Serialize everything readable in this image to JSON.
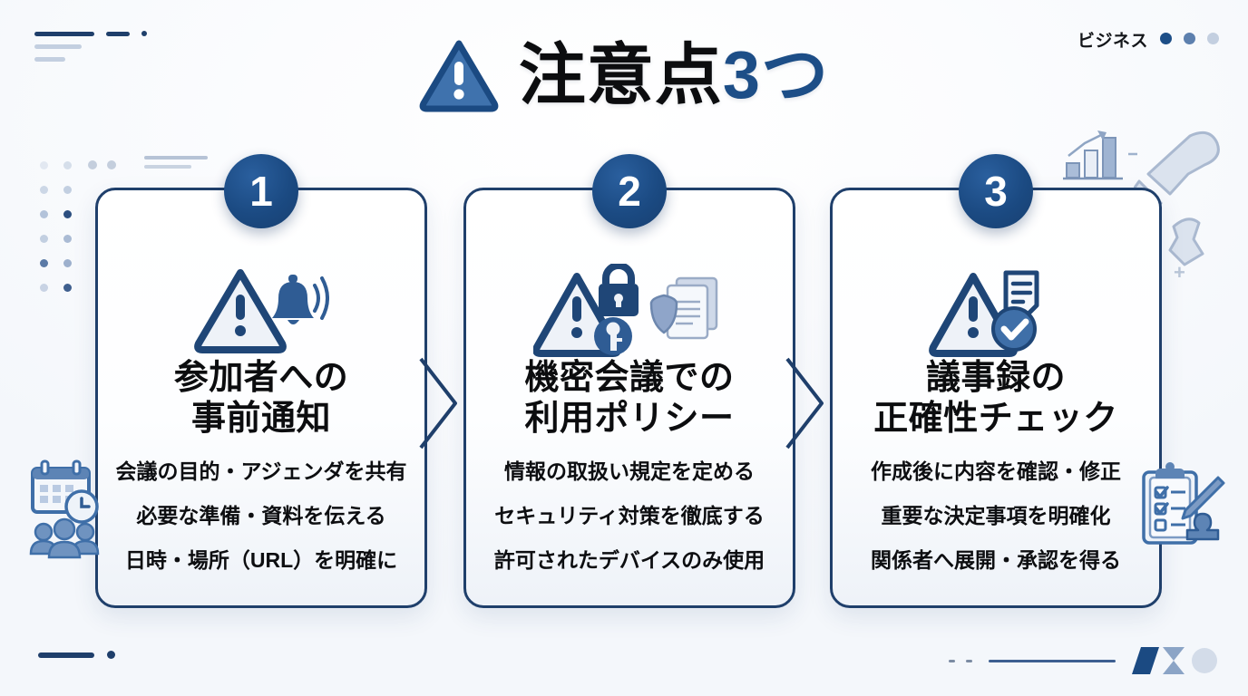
{
  "header": {
    "category_label": "ビジネス",
    "dots": [
      "#1d4e87",
      "#5d80ae",
      "#c3cfe0"
    ]
  },
  "title": {
    "main": "注意点",
    "count": "3つ",
    "warning_icon": "warning-triangle-icon"
  },
  "colors": {
    "navy": "#1f3f6b",
    "badge_blue": "#1b4a82",
    "accent_blue": "#1d4e87",
    "icon_blue": "#2a5f9e",
    "soft_blue": "#8fa8c9",
    "page_bg": "#f4f7fb"
  },
  "cards": [
    {
      "number": "1",
      "icon": "warning-bell-icon",
      "title_line1": "参加者への",
      "title_line2": "事前通知",
      "bullets": [
        "会議の目的・アジェンダを共有",
        "必要な準備・資料を伝える",
        "日時・場所（URL）を明確に"
      ]
    },
    {
      "number": "2",
      "icon": "warning-lock-key-icon",
      "title_line1": "機密会議での",
      "title_line2": "利用ポリシー",
      "bullets": [
        "情報の取扱い規定を定める",
        "セキュリティ対策を徹底する",
        "許可されたデバイスのみ使用"
      ]
    },
    {
      "number": "3",
      "icon": "warning-document-check-icon",
      "title_line1": "議事録の",
      "title_line2": "正確性チェック",
      "bullets": [
        "作成後に内容を確認・修正",
        "重要な決定事項を明確化",
        "関係者へ展開・承認を得る"
      ]
    }
  ],
  "decorations": {
    "side_icons": [
      "calendar-clock-people-icon",
      "shield-documents-icon",
      "clipboard-pen-stamp-icon",
      "bar-chart-growth-icon",
      "stamp-icon"
    ],
    "plus_mark": "+"
  }
}
